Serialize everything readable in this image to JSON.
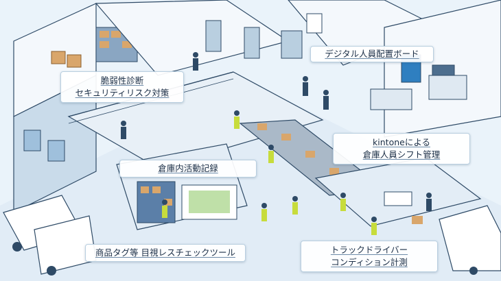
{
  "labels": {
    "digital_board": "デジタル人員配置ボード",
    "vulnerability": {
      "line1": "脆弱性診断",
      "line2": "セキュリティリスク対策"
    },
    "kintone": {
      "line1": "kintoneによる",
      "line2": "倉庫人員シフト管理"
    },
    "activity_log": "倉庫内活動記録",
    "tag_check": "商品タグ等 目視レスチェックツール",
    "driver_condition": {
      "line1": "トラックドライバー",
      "line2": "コンディション計測"
    }
  },
  "colors": {
    "background": "#eaf3fa",
    "wall": "#f4f8fc",
    "wall_side": "#c9dbea",
    "floor": "#dbe8f3",
    "outline": "#2e4a66",
    "box": "#d9a66b",
    "worker_vest": "#c7dc3c",
    "accent": "#2f7fc0"
  }
}
